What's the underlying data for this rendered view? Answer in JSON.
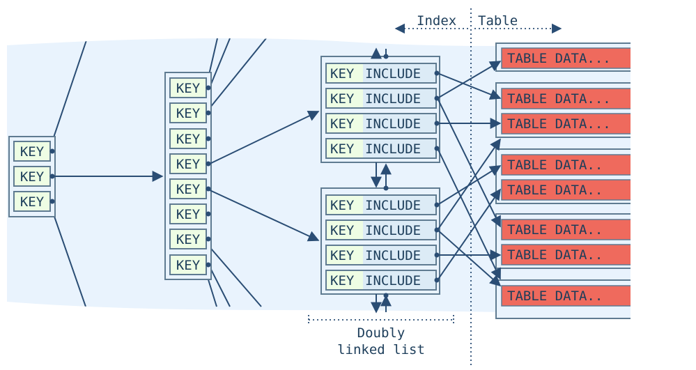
{
  "labels": {
    "key": "KEY",
    "include": "INCLUDE",
    "table_data": "TABLE DATA...",
    "table_data_short": "TABLE DATA..",
    "index": "Index",
    "table": "Table",
    "doubly_line1": "Doubly",
    "doubly_line2": "linked list"
  },
  "colors": {
    "background_band": "#e9f3fd",
    "box_stroke": "#5f7b91",
    "key_cell": "#eefde4",
    "include_cell": "#dcebf6",
    "table_cell": "#ef6a5d",
    "arrow": "#2a4d74",
    "text": "#1c3d5a"
  },
  "structure": {
    "root_keys": 3,
    "branch_keys": 8,
    "leaf_pages": 2,
    "rows_per_leaf": 4,
    "table_rows": 8
  }
}
